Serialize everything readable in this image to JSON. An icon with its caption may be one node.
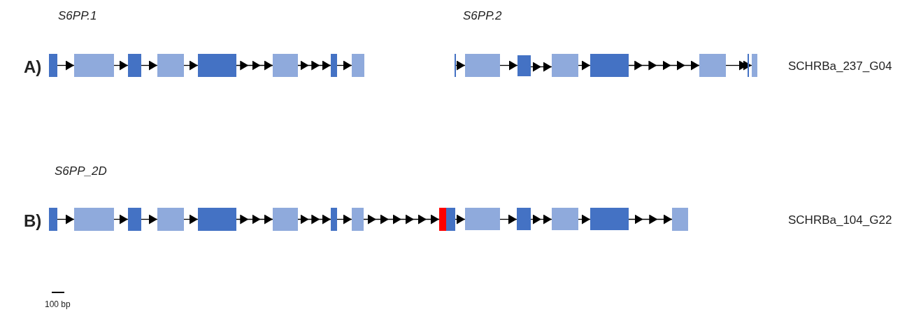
{
  "diagram": {
    "nodes": [
      {
        "text": [],
        "shape": "box"
      },
      {
        "text": [],
        "shape": "box"
      },
      {
        "text": [],
        "shape": "box"
      },
      {
        "text": [],
        "shape": "box"
      },
      {
        "text": [],
        "shape": "box"
      },
      {
        "text": [],
        "shape": "box"
      },
      {
        "text": [],
        "shape": "box"
      },
      {
        "text": [],
        "shape": "box"
      },
      {
        "text": [],
        "shape": "bar"
      },
      {
        "text": [],
        "shape": "box"
      },
      {
        "text": [],
        "shape": "box"
      },
      {
        "text": [],
        "shape": "box"
      },
      {
        "text": [],
        "shape": "box"
      },
      {
        "text": [],
        "shape": "box"
      },
      {
        "text": [],
        "shape": "bar"
      },
      {
        "text": [],
        "shape": "box"
      },
      {
        "text": [],
        "shape": "box"
      },
      {
        "text": [],
        "shape": "box"
      },
      {
        "text": [],
        "shape": "box"
      },
      {
        "text": [],
        "shape": "box"
      },
      {
        "text": [],
        "shape": "box"
      },
      {
        "text": [],
        "shape": "box"
      },
      {
        "text": [],
        "shape": "box"
      },
      {
        "text": [],
        "shape": "box"
      },
      {
        "text": [],
        "shape": "box"
      },
      {
        "text": [],
        "shape": "box"
      },
      {
        "text": [],
        "shape": "box"
      },
      {
        "text": [],
        "shape": "box"
      },
      {
        "text": [],
        "shape": "box"
      },
      {
        "text": [],
        "shape": "box"
      },
      {
        "text": [],
        "shape": "box"
      }
    ],
    "edges": [
      {
        "from": 0,
        "to": 1,
        "arrow": "to"
      },
      {
        "from": 1,
        "to": 2,
        "arrow": "to"
      },
      {
        "from": 2,
        "to": 3,
        "arrow": "to"
      },
      {
        "from": 3,
        "to": 4,
        "arrow": "to"
      },
      {
        "from": 4,
        "to": 5,
        "arrow": "to"
      },
      {
        "from": 5,
        "to": 6,
        "arrow": "to"
      },
      {
        "from": 6,
        "to": 7,
        "arrow": "to"
      },
      {
        "from": 8,
        "to": 9,
        "arrow": "to"
      },
      {
        "from": 9,
        "to": 10,
        "arrow": "to"
      },
      {
        "from": 10,
        "to": 11,
        "arrow": "to"
      },
      {
        "from": 11,
        "to": 12,
        "arrow": "to"
      },
      {
        "from": 12,
        "to": 13,
        "arrow": "to"
      },
      {
        "from": 13,
        "to": 14,
        "arrow": "to"
      },
      {
        "from": 14,
        "to": 15,
        "arrow": "to"
      },
      {
        "from": 16,
        "to": 17,
        "arrow": "to"
      },
      {
        "from": 17,
        "to": 18,
        "arrow": "to"
      },
      {
        "from": 18,
        "to": 19,
        "arrow": "to"
      },
      {
        "from": 19,
        "to": 20,
        "arrow": "to"
      },
      {
        "from": 20,
        "to": 21,
        "arrow": "to"
      },
      {
        "from": 21,
        "to": 22,
        "arrow": "to"
      },
      {
        "from": 22,
        "to": 23,
        "arrow": "to"
      },
      {
        "from": 23,
        "to": 24,
        "arrow": "to"
      },
      {
        "from": 25,
        "to": 26,
        "arrow": "to"
      },
      {
        "from": 26,
        "to": 27,
        "arrow": "to"
      },
      {
        "from": 27,
        "to": 28,
        "arrow": "to"
      },
      {
        "from": 28,
        "to": 29,
        "arrow": "to"
      },
      {
        "from": 29,
        "to": 30,
        "arrow": "to"
      }
    ],
    "labels": [
      "S6PP.1",
      "S6PP.2",
      "A)",
      "SCHRBa_237_G04",
      "S6PP_2D",
      "B)",
      "SCHRBa_104_G22",
      "100 bp"
    ]
  }
}
